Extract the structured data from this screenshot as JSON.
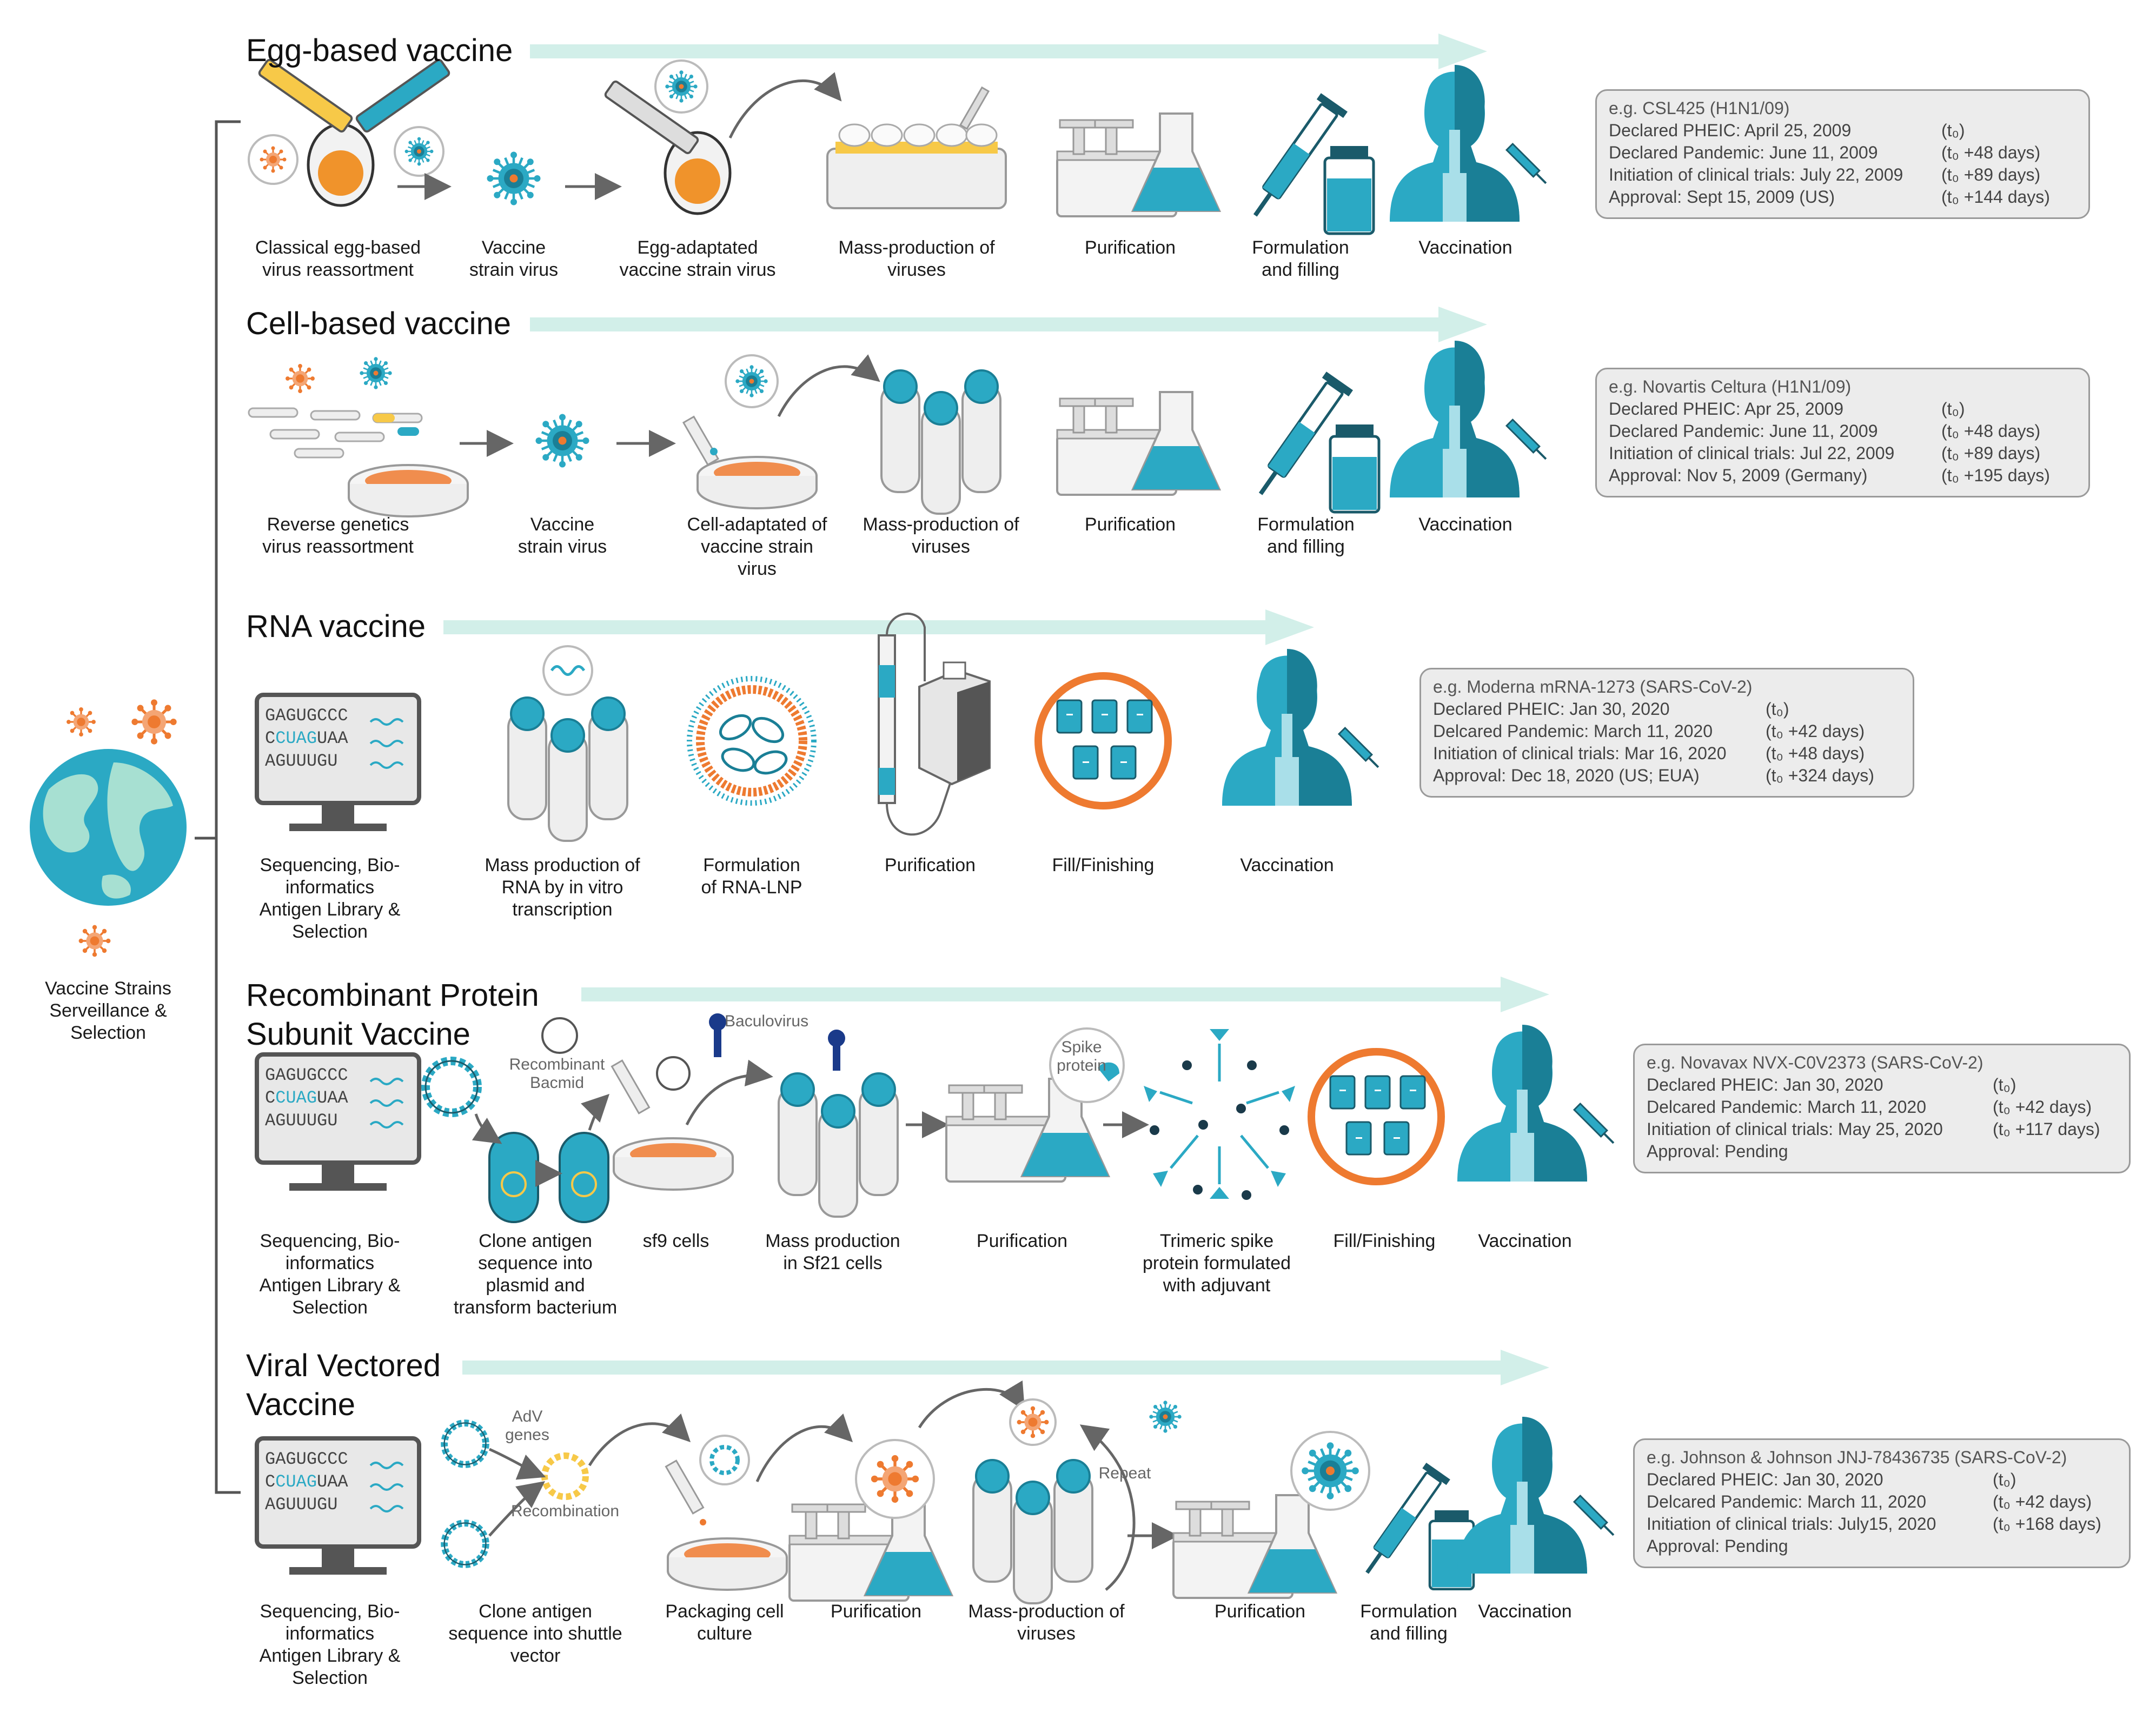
{
  "surveillance": {
    "label_lines": [
      "Vaccine Strains",
      "Serveillance &",
      "Selection"
    ]
  },
  "sequence_lines": {
    "l1": "GAGUGCCC",
    "l2a": "C",
    "l2b": "CUAG",
    "l2c": "UAA",
    "l3": "AGUUUGU"
  },
  "colors": {
    "teal": "#2ba9c4",
    "dark_teal": "#1a7f96",
    "orange": "#ee7a30",
    "arrow_mint": "#d2efe9",
    "box_fill": "#ececec"
  },
  "pipelines": {
    "egg": {
      "title": "Egg-based vaccine",
      "steps": [
        [
          "Classical egg-based",
          "virus reassortment"
        ],
        [
          "Vaccine",
          "strain virus"
        ],
        [
          "Egg-adaptated",
          "vaccine strain virus"
        ],
        [
          "Mass-production of",
          "viruses"
        ],
        [
          "Purification"
        ],
        [
          "Formulation",
          "and filling"
        ],
        [
          "Vaccination"
        ]
      ],
      "example": {
        "head": "e.g. CSL425 (H1N1/09)",
        "rows": [
          [
            "Declared PHEIC: April 25, 2009",
            "(t₀)"
          ],
          [
            "Declared Pandemic: June 11, 2009",
            "(t₀ +48 days)"
          ],
          [
            "Initiation of clinical trials: July 22, 2009",
            "(t₀ +89 days)"
          ],
          [
            "Approval: Sept 15, 2009 (US)",
            "(t₀ +144 days)"
          ]
        ]
      }
    },
    "cell": {
      "title": "Cell-based vaccine",
      "steps": [
        [
          "Reverse genetics",
          "virus reassortment"
        ],
        [
          "Vaccine",
          "strain virus"
        ],
        [
          "Cell-adaptated of",
          "vaccine strain",
          "virus"
        ],
        [
          "Mass-production of",
          "viruses"
        ],
        [
          "Purification"
        ],
        [
          "Formulation",
          "and filling"
        ],
        [
          "Vaccination"
        ]
      ],
      "example": {
        "head": "e.g. Novartis Celtura (H1N1/09)",
        "rows": [
          [
            "Declared PHEIC: Apr 25, 2009",
            "(t₀)"
          ],
          [
            "Declared Pandemic: June 11, 2009",
            "(t₀ +48 days)"
          ],
          [
            "Initiation of clinical trials: Jul 22, 2009",
            "(t₀ +89 days)"
          ],
          [
            "Approval: Nov 5, 2009 (Germany)",
            "(t₀ +195 days)"
          ]
        ]
      }
    },
    "rna": {
      "title": "RNA vaccine",
      "steps": [
        [
          "Sequencing, Bio-",
          "informatics",
          "Antigen Library &",
          "Selection"
        ],
        [
          "Mass production of",
          "RNA by in vitro",
          "transcription"
        ],
        [
          "Formulation",
          "of RNA-LNP"
        ],
        [
          "Purification"
        ],
        [
          "Fill/Finishing"
        ],
        [
          "Vaccination"
        ]
      ],
      "example": {
        "head": "e.g. Moderna mRNA-1273 (SARS-CoV-2)",
        "rows": [
          [
            "Declared PHEIC: Jan 30, 2020",
            "(t₀)"
          ],
          [
            "Delcared Pandemic: March 11, 2020",
            "(t₀ +42 days)"
          ],
          [
            "Initiation of clinical trials: Mar 16, 2020",
            "(t₀ +48 days)"
          ],
          [
            "Approval: Dec 18, 2020 (US; EUA)",
            "(t₀ +324 days)"
          ]
        ]
      }
    },
    "protein": {
      "title_lines": [
        "Recombinant Protein",
        "Subunit Vaccine"
      ],
      "steps": [
        [
          "Sequencing, Bio-",
          "informatics",
          "Antigen Library &",
          "Selection"
        ],
        [
          "Clone antigen",
          "sequence into",
          "plasmid and",
          "transform bacterium"
        ],
        [
          "sf9 cells"
        ],
        [
          "Mass production",
          "in Sf21 cells"
        ],
        [
          "Purification"
        ],
        [
          "Trimeric spike",
          "protein formulated",
          "with adjuvant"
        ],
        [
          "Fill/Finishing"
        ],
        [
          "Vaccination"
        ]
      ],
      "annotations": {
        "bacmid": [
          "Recombinant",
          "Bacmid"
        ],
        "baculovirus": "Baculovirus",
        "spike": [
          "Spike",
          "protein"
        ]
      },
      "example": {
        "head": "e.g. Novavax NVX-C0V2373 (SARS-CoV-2)",
        "rows": [
          [
            "Declared PHEIC: Jan 30, 2020",
            "(t₀)"
          ],
          [
            "Delcared Pandemic: March 11, 2020",
            "(t₀ +42 days)"
          ],
          [
            "Initiation of clinical trials: May 25, 2020",
            "(t₀ +117 days)"
          ],
          [
            "Approval: Pending",
            ""
          ]
        ]
      }
    },
    "viral": {
      "title_lines": [
        "Viral Vectored",
        "Vaccine"
      ],
      "steps": [
        [
          "Sequencing, Bio-",
          "informatics",
          "Antigen Library &",
          "Selection"
        ],
        [
          "Clone antigen",
          "sequence into shuttle",
          "vector"
        ],
        [
          "Packaging cell",
          "culture"
        ],
        [
          "Purification"
        ],
        [
          "Mass-production of",
          "viruses"
        ],
        [
          "Purification"
        ],
        [
          "Formulation",
          "and filling"
        ],
        [
          "Vaccination"
        ]
      ],
      "annotations": {
        "adv": [
          "AdV",
          "genes"
        ],
        "recombination": "Recombination",
        "repeat": "Repeat"
      },
      "example": {
        "head": "e.g. Johnson & Johnson JNJ-78436735 (SARS-CoV-2)",
        "rows": [
          [
            "Declared PHEIC: Jan 30, 2020",
            "(t₀)"
          ],
          [
            "Delcared Pandemic: March 11, 2020",
            "(t₀ +42 days)"
          ],
          [
            "Initiation of clinical trials: July15, 2020",
            "(t₀ +168 days)"
          ],
          [
            "Approval: Pending",
            ""
          ]
        ]
      }
    }
  }
}
